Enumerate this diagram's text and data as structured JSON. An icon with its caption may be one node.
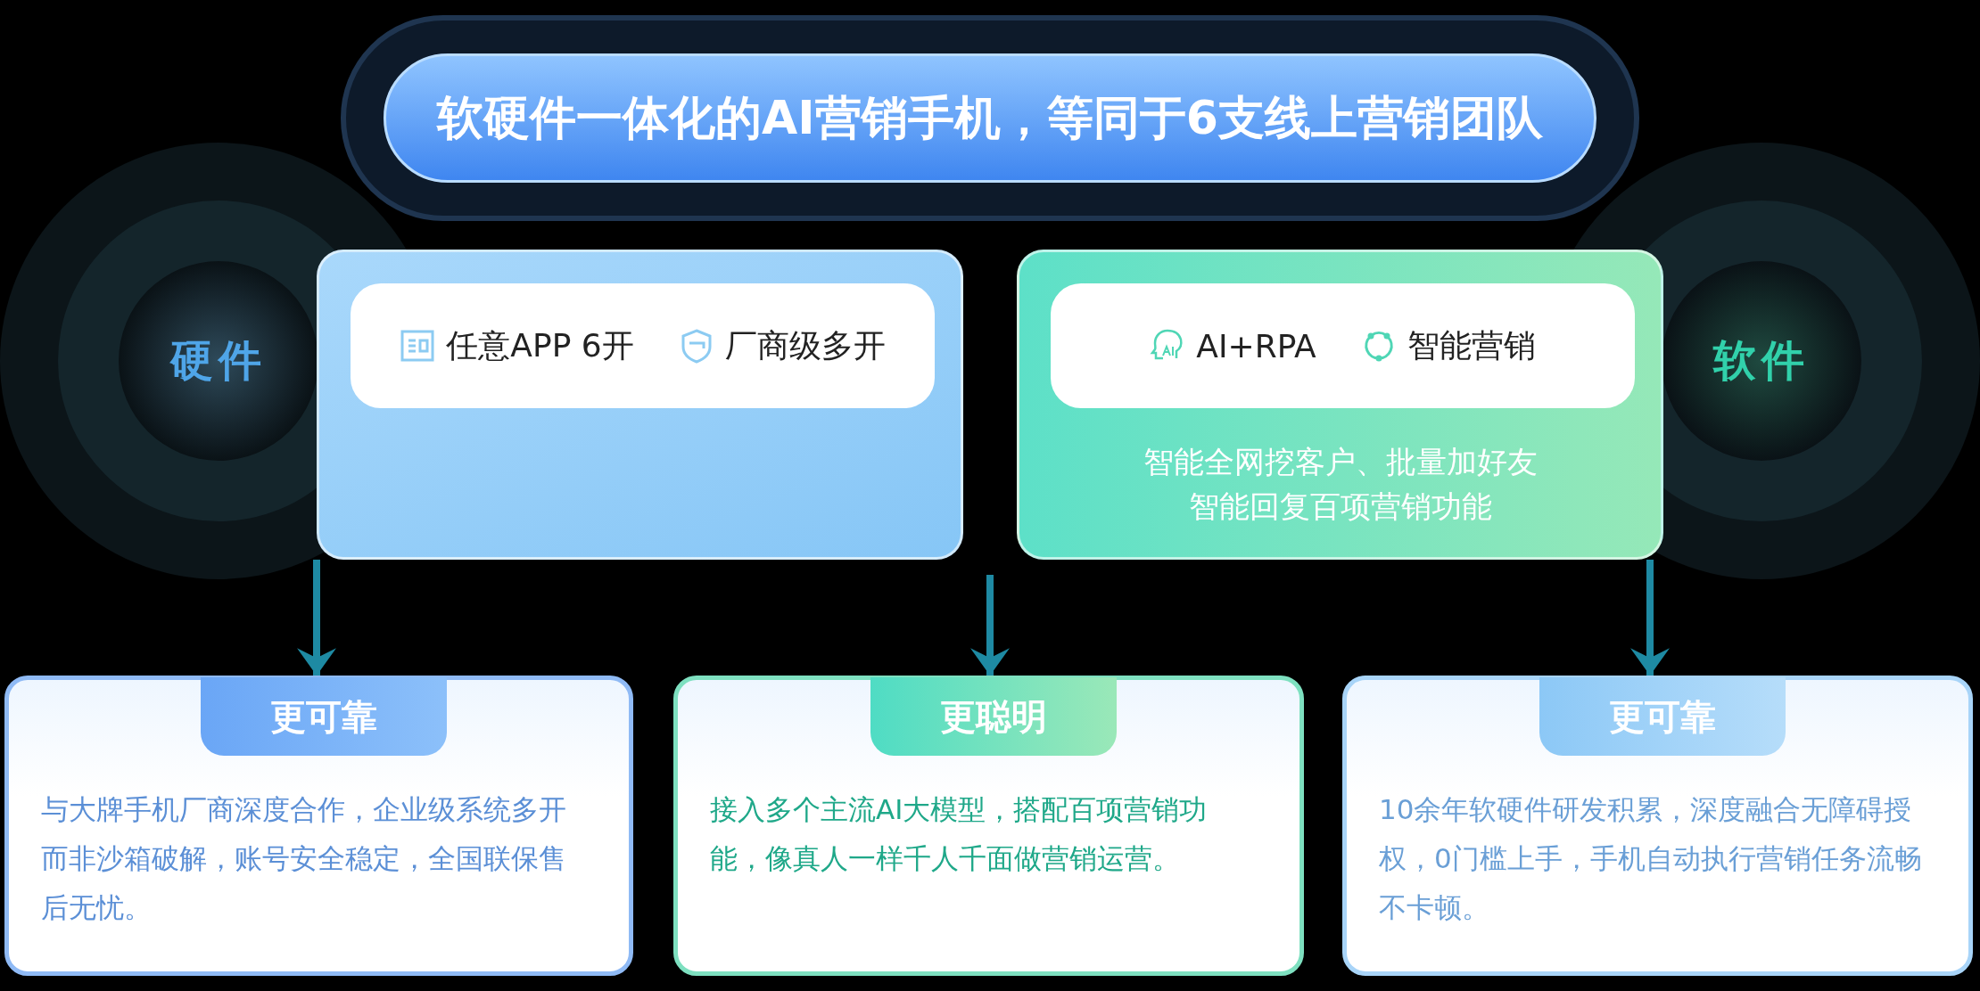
{
  "diagram": {
    "nodes": [
      {
        "text": [
          "软硬件一体化的AI营销手机，等同于6支线上营销团队"
        ]
      },
      {
        "text": [
          "硬件"
        ]
      },
      {
        "text": [],
        "shape": "box"
      },
      {
        "text": [
          "任意APP 6开",
          "厂商级多开"
        ],
        "in": 2
      },
      {
        "text": [
          "智能全网挖客户、批量加好友智能回复百项营销功能"
        ]
      },
      {
        "text": [
          "AI+RPA",
          "智能营销"
        ],
        "in": 4
      },
      {
        "text": [
          "软件"
        ]
      },
      {
        "text": [
          "更可靠",
          "与大牌手机厂商深度合作，企业级系统多开而非沙箱破解，账号安全稳定，全国联保售后无忧。"
        ]
      },
      {
        "text": [
          "更聪明",
          "接入多个主流AI大模型，搭配百项营销功能，像真人一样千人千面做营销运营。"
        ]
      },
      {
        "text": [
          "更可靠",
          "10余年软硬件研发积累，深度融合无障碍授权，0门槛上手，手机自动执行营销任务流畅不卡顿。"
        ]
      }
    ],
    "edges": [
      {
        "from": 2,
        "to": 7,
        "arrow": "to"
      },
      {
        "from": null,
        "to": 8,
        "arrow": "to"
      },
      {
        "from": 4,
        "to": 9,
        "arrow": "to"
      }
    ]
  }
}
